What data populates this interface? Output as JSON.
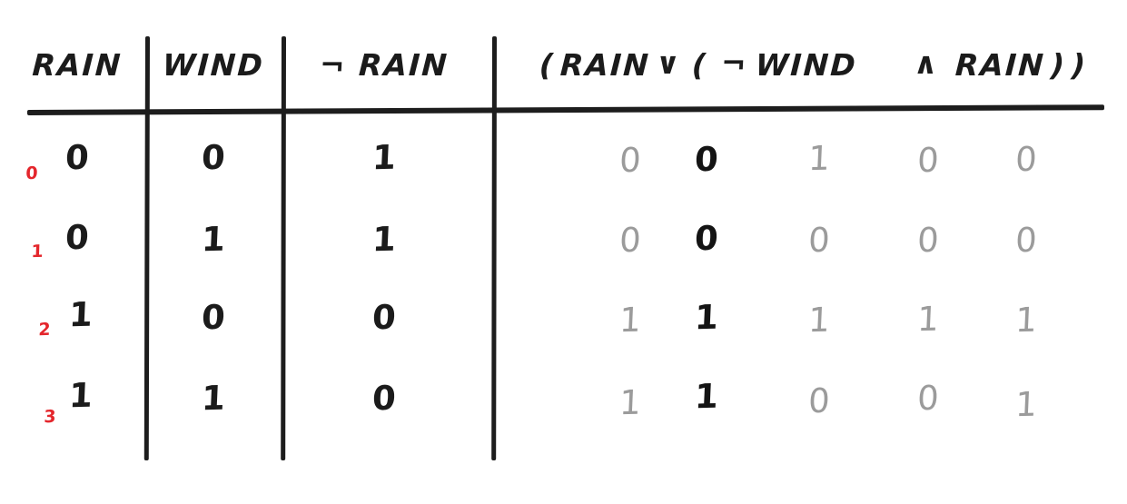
{
  "figure": {
    "kind": "truth-table",
    "formula": "(RAIN ∨ (¬ WIND ∧ RAIN))",
    "ink_color": "#1d1d1d",
    "row_index_color": "#e4262c",
    "muted_value_color": "#9b9b9b",
    "main_value_color": "#141414"
  },
  "columns": {
    "rain": "RAIN",
    "wind": "WIND",
    "not_rain": "¬ RAIN",
    "formula_tokens": [
      "(",
      "RAIN",
      "∨",
      "(",
      "¬",
      "WIND",
      "∧",
      "RAIN",
      ")",
      ")"
    ]
  },
  "row_indices": [
    "0",
    "1",
    "2",
    "3"
  ],
  "rows": [
    {
      "index": "0",
      "rain": "0",
      "wind": "0",
      "not_rain": "1",
      "formula": [
        {
          "value": "0",
          "emphasis": "muted"
        },
        {
          "value": "0",
          "emphasis": "main"
        },
        {
          "value": "1",
          "emphasis": "muted"
        },
        {
          "value": "0",
          "emphasis": "muted"
        },
        {
          "value": "0",
          "emphasis": "muted"
        }
      ]
    },
    {
      "index": "1",
      "rain": "0",
      "wind": "1",
      "not_rain": "1",
      "formula": [
        {
          "value": "0",
          "emphasis": "muted"
        },
        {
          "value": "0",
          "emphasis": "main"
        },
        {
          "value": "0",
          "emphasis": "muted"
        },
        {
          "value": "0",
          "emphasis": "muted"
        },
        {
          "value": "0",
          "emphasis": "muted"
        }
      ]
    },
    {
      "index": "2",
      "rain": "1",
      "wind": "0",
      "not_rain": "0",
      "formula": [
        {
          "value": "1",
          "emphasis": "muted"
        },
        {
          "value": "1",
          "emphasis": "main"
        },
        {
          "value": "1",
          "emphasis": "muted"
        },
        {
          "value": "1",
          "emphasis": "muted"
        },
        {
          "value": "1",
          "emphasis": "muted"
        }
      ]
    },
    {
      "index": "3",
      "rain": "1",
      "wind": "1",
      "not_rain": "0",
      "formula": [
        {
          "value": "1",
          "emphasis": "muted"
        },
        {
          "value": "1",
          "emphasis": "main"
        },
        {
          "value": "0",
          "emphasis": "muted"
        },
        {
          "value": "0",
          "emphasis": "muted"
        },
        {
          "value": "1",
          "emphasis": "muted"
        }
      ]
    }
  ]
}
